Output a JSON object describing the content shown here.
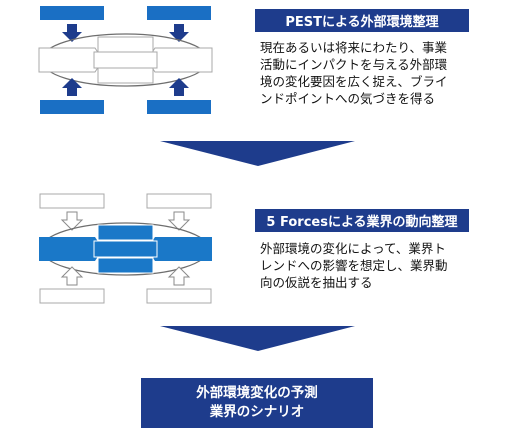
{
  "stage1": {
    "title": "PESTによる外部環境整理",
    "description": "現在あるいは将来にわたり、事業\n活動にインパクトを与える外部環\n境の変化要因を広く捉え、ブライ\nンドポイントへの気づきを得る"
  },
  "stage2": {
    "title": "5 Forcesによる業界の動向整理",
    "description": "外部環境の変化によって、業界ト\nレンドへの影響を想定し、業界動\n向の仮説を抽出する"
  },
  "result": {
    "line1": "外部環境変化の予測",
    "line2": "業界のシナリオ"
  },
  "colors": {
    "navy": "#1e3c8c",
    "blue": "#1a78c8",
    "gray_border": "#a8a8a8",
    "line": "#6e6e6e"
  }
}
